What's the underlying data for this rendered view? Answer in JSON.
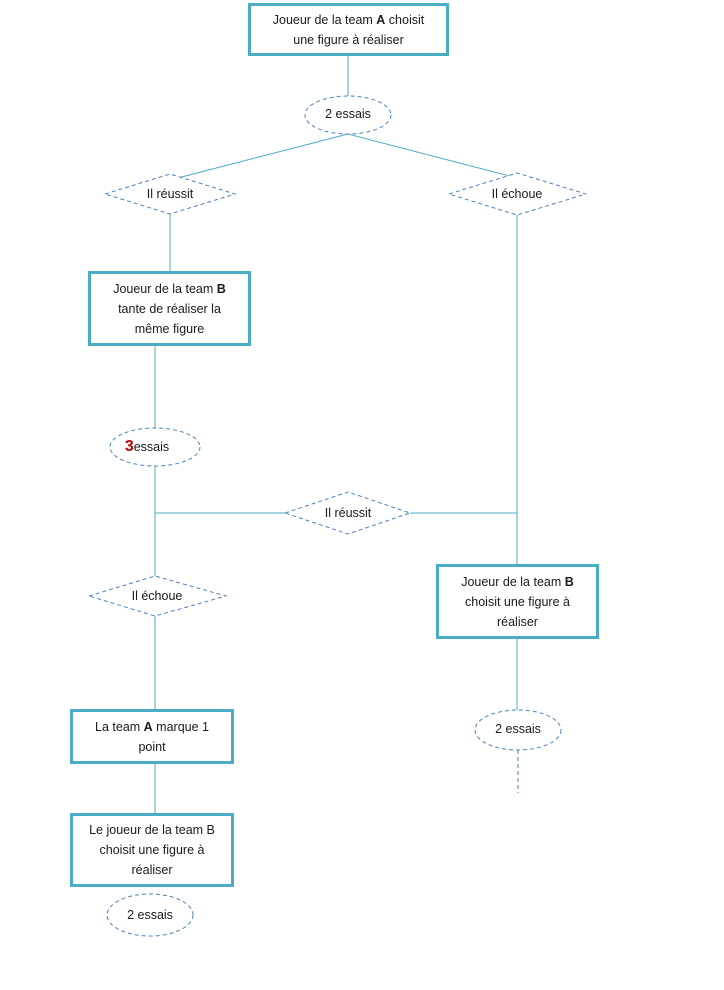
{
  "boxes": {
    "start": {
      "line1_pre": "Joueur de la team ",
      "line1_bold": "A",
      "line1_post": " choisit",
      "line2": "une figure à réaliser"
    },
    "team_b_try": {
      "line1_pre": "Joueur de la team ",
      "line1_bold": "B",
      "line2": "tante de réaliser la",
      "line3": "même figure"
    },
    "team_b_choose_right": {
      "line1_pre": "Joueur de la team ",
      "line1_bold": "B",
      "line2": "choisit une figure à",
      "line3": "réaliser"
    },
    "team_a_point": {
      "line1_pre": "La team ",
      "line1_bold": "A",
      "line1_post": " marque 1",
      "line2": "point"
    },
    "team_b_choose_bottom": {
      "line1": "Le joueur de la team B",
      "line2": "choisit une figure à",
      "line3": "réaliser"
    }
  },
  "ovals": {
    "top_tries": "2 essais",
    "mid_tries_number": "3",
    "mid_tries_text": "essais",
    "right_tries": "2 essais",
    "bottom_tries": "2 essais"
  },
  "diamonds": {
    "left_success": "Il réussit",
    "right_fail": "Il échoue",
    "center_success": "Il réussit",
    "left_fail": "Il échoue"
  },
  "colors": {
    "box_border": "#4bacc6",
    "dash_stroke": "#4f81bd",
    "line": "#4bacc6",
    "highlight": "#c00000"
  }
}
